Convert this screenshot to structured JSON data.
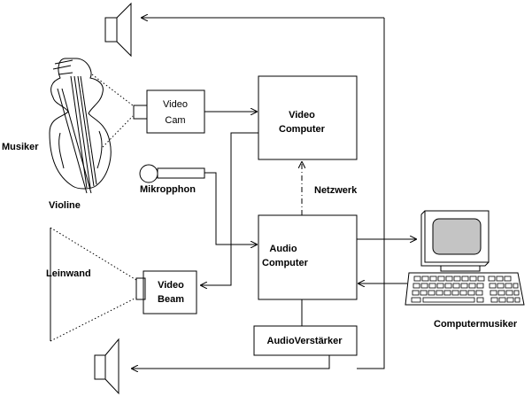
{
  "labels": {
    "video_cam_line1": "Video",
    "video_cam_line2": "Cam",
    "video_computer_line1": "Video",
    "video_computer_line2": "Computer",
    "audio_computer_line1": "Audio",
    "audio_computer_line2": "Computer",
    "video_beam_line1": "Video",
    "video_beam_line2": "Beam",
    "audio_amp": "AudioVerstärker",
    "network": "Netzwerk",
    "microphone": "Mikropphon",
    "musician": "Musiker",
    "violin": "Violine",
    "screen": "Leinwand",
    "computer_musician": "Computermusiker"
  }
}
